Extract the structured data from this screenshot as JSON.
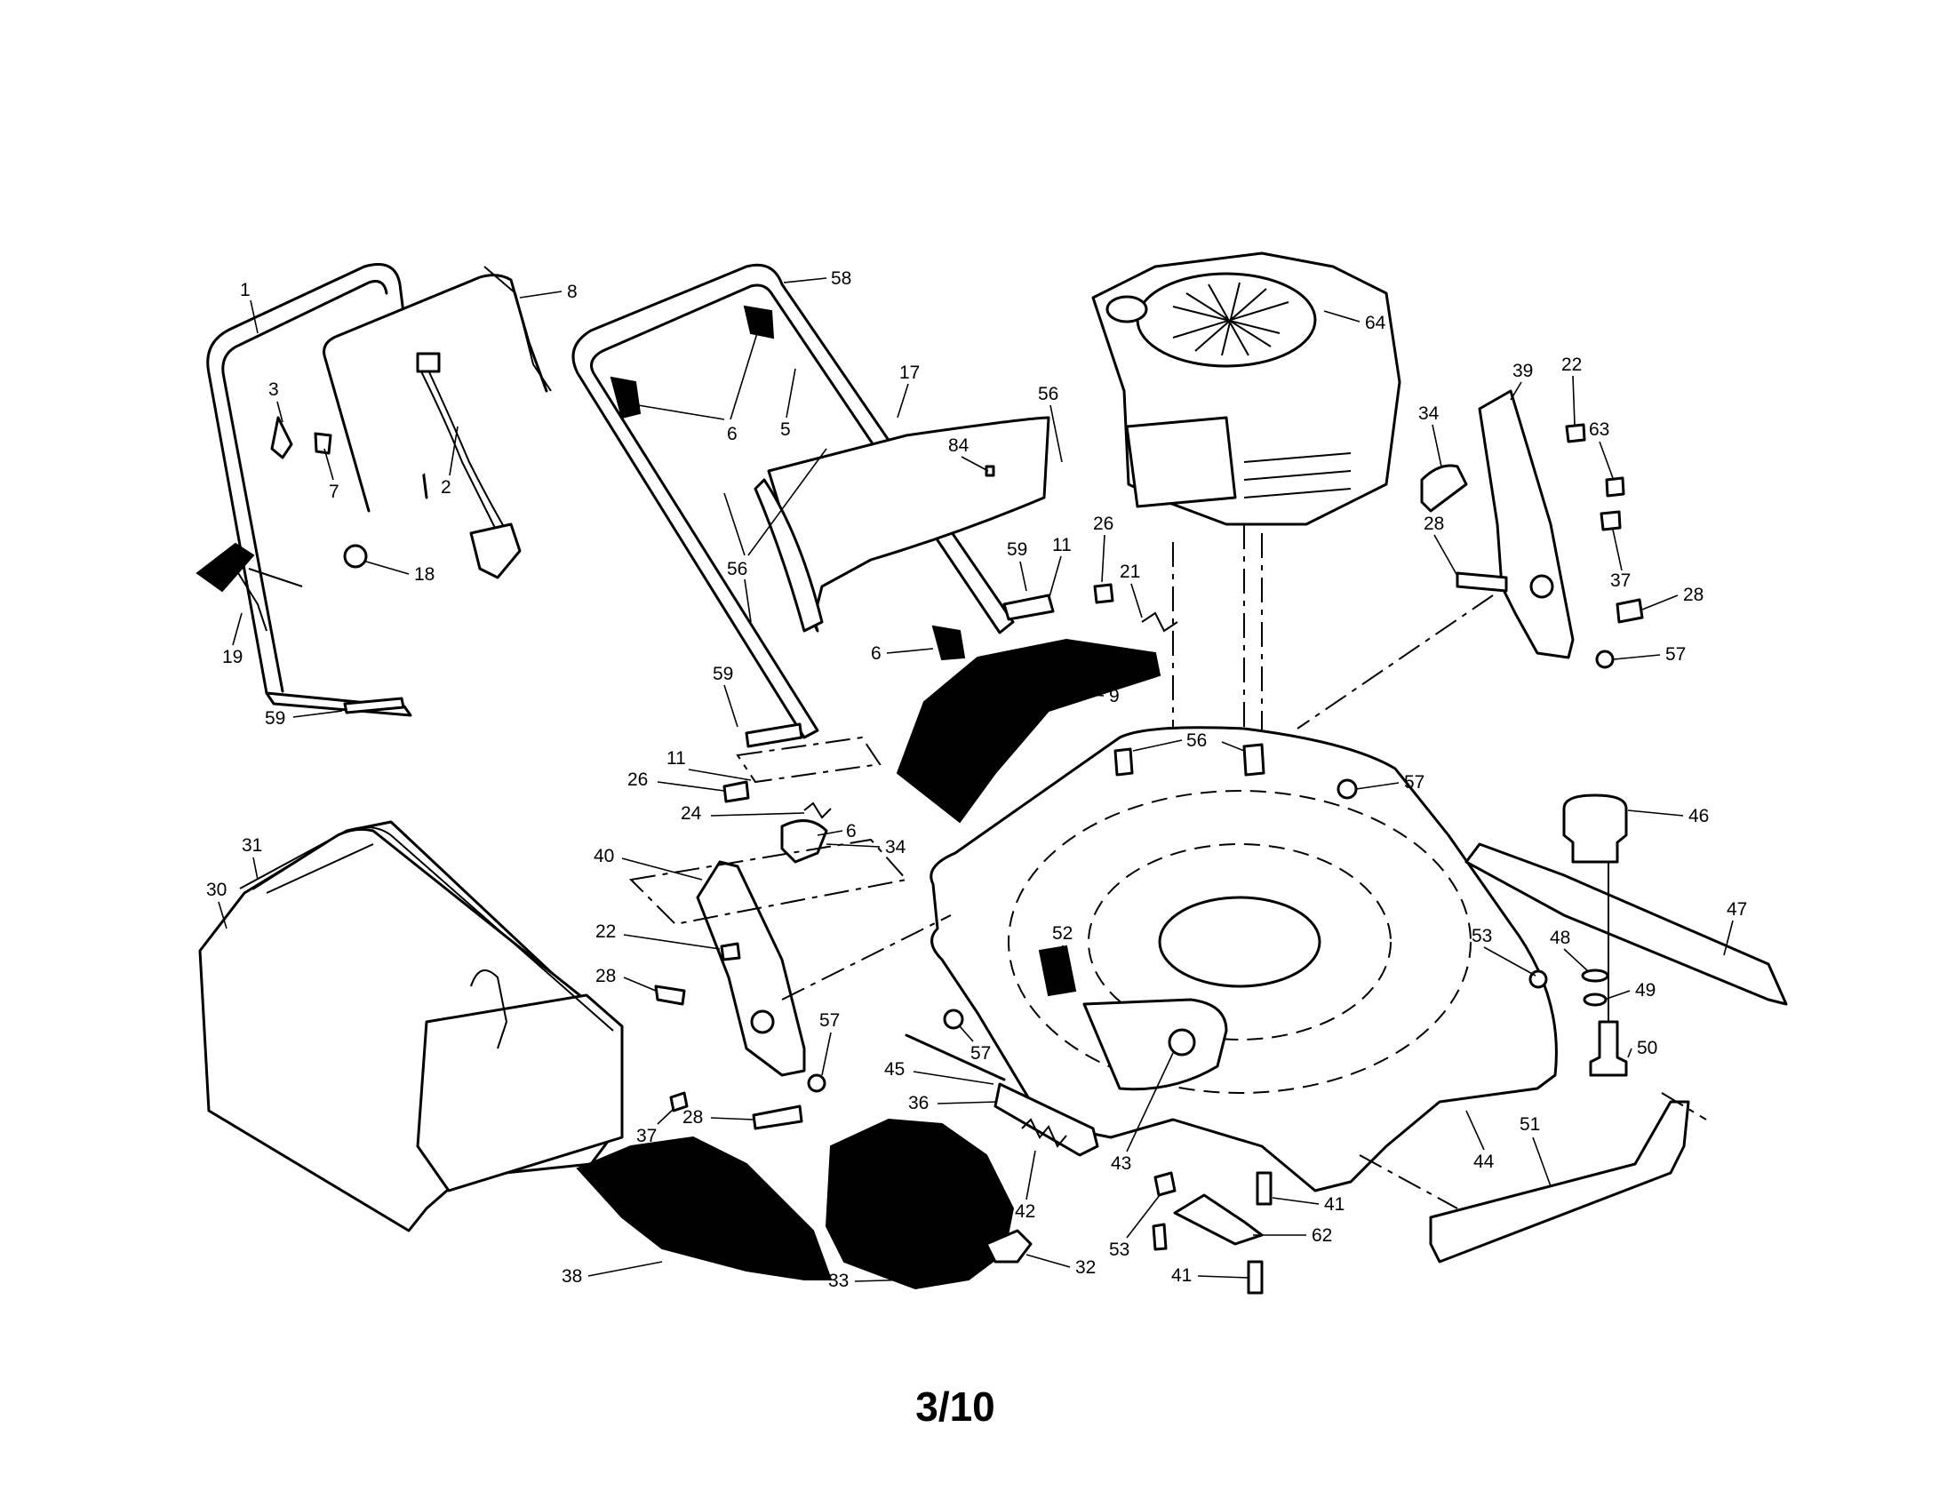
{
  "page_number": "3/10",
  "callouts": [
    {
      "id": "c1",
      "text": "1"
    },
    {
      "id": "c8",
      "text": "8"
    },
    {
      "id": "c3",
      "text": "3"
    },
    {
      "id": "c7",
      "text": "7"
    },
    {
      "id": "c2",
      "text": "2"
    },
    {
      "id": "c18",
      "text": "18"
    },
    {
      "id": "c19",
      "text": "19"
    },
    {
      "id": "c59a",
      "text": "59"
    },
    {
      "id": "c58",
      "text": "58"
    },
    {
      "id": "c6a",
      "text": "6"
    },
    {
      "id": "c5",
      "text": "5"
    },
    {
      "id": "c17",
      "text": "17"
    },
    {
      "id": "c84",
      "text": "84"
    },
    {
      "id": "c56a",
      "text": "56"
    },
    {
      "id": "c56b",
      "text": "56"
    },
    {
      "id": "c59b",
      "text": "59"
    },
    {
      "id": "c11a",
      "text": "11"
    },
    {
      "id": "c26a",
      "text": "26"
    },
    {
      "id": "c21",
      "text": "21"
    },
    {
      "id": "c6b",
      "text": "6"
    },
    {
      "id": "c9",
      "text": "9"
    },
    {
      "id": "c64",
      "text": "64"
    },
    {
      "id": "c34a",
      "text": "34"
    },
    {
      "id": "c39",
      "text": "39"
    },
    {
      "id": "c22a",
      "text": "22"
    },
    {
      "id": "c63",
      "text": "63"
    },
    {
      "id": "c28a",
      "text": "28"
    },
    {
      "id": "c37a",
      "text": "37"
    },
    {
      "id": "c28b",
      "text": "28"
    },
    {
      "id": "c57a",
      "text": "57"
    },
    {
      "id": "c59c",
      "text": "59"
    },
    {
      "id": "c11b",
      "text": "11"
    },
    {
      "id": "c26b",
      "text": "26"
    },
    {
      "id": "c24",
      "text": "24"
    },
    {
      "id": "c6c",
      "text": "6"
    },
    {
      "id": "c56c",
      "text": "56"
    },
    {
      "id": "c57b",
      "text": "57"
    },
    {
      "id": "c46",
      "text": "46"
    },
    {
      "id": "c31",
      "text": "31"
    },
    {
      "id": "c30",
      "text": "30"
    },
    {
      "id": "c40",
      "text": "40"
    },
    {
      "id": "c34b",
      "text": "34"
    },
    {
      "id": "c22b",
      "text": "22"
    },
    {
      "id": "c52",
      "text": "52"
    },
    {
      "id": "c47",
      "text": "47"
    },
    {
      "id": "c53a",
      "text": "53"
    },
    {
      "id": "c48",
      "text": "48"
    },
    {
      "id": "c49",
      "text": "49"
    },
    {
      "id": "c28c",
      "text": "28"
    },
    {
      "id": "c57c",
      "text": "57"
    },
    {
      "id": "c57d",
      "text": "57"
    },
    {
      "id": "c50",
      "text": "50"
    },
    {
      "id": "c45",
      "text": "45"
    },
    {
      "id": "c37b",
      "text": "37"
    },
    {
      "id": "c36",
      "text": "36"
    },
    {
      "id": "c28d",
      "text": "28"
    },
    {
      "id": "c43",
      "text": "43"
    },
    {
      "id": "c44",
      "text": "44"
    },
    {
      "id": "c51",
      "text": "51"
    },
    {
      "id": "c42",
      "text": "42"
    },
    {
      "id": "c41a",
      "text": "41"
    },
    {
      "id": "c53b",
      "text": "53"
    },
    {
      "id": "c62",
      "text": "62"
    },
    {
      "id": "c38",
      "text": "38"
    },
    {
      "id": "c33",
      "text": "33"
    },
    {
      "id": "c32",
      "text": "32"
    },
    {
      "id": "c41b",
      "text": "41"
    }
  ]
}
